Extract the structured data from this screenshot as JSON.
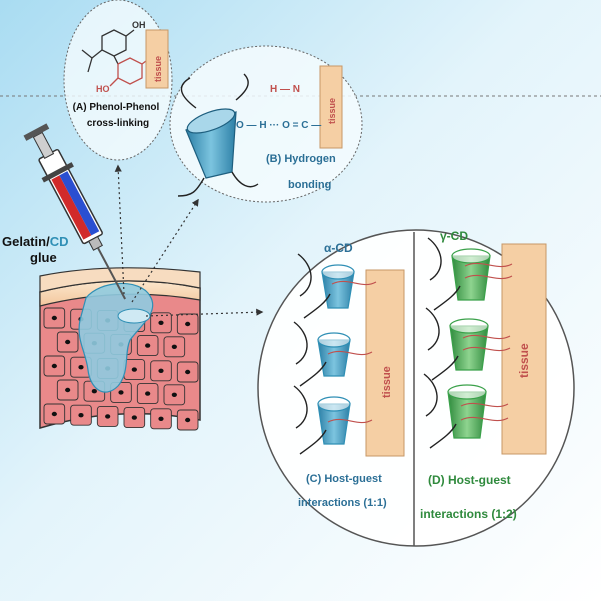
{
  "labels": {
    "glue_material": "Gelatin/",
    "glue_cd": "CD",
    "glue_word": "glue",
    "phenol_title": "(A) Phenol-Phenol",
    "phenol_sub": "cross-linking",
    "phenol_oh_top": "OH",
    "phenol_ho": "HO",
    "hbond_title": "(B) Hydrogen",
    "hbond_sub": "bonding",
    "hbond_chain": "O — H ··· O = C —",
    "hbond_nh": "H — N",
    "alpha_cd": "α-CD",
    "gamma_cd": "γ-CD",
    "host_guest_c_1": "(C) Host-guest",
    "host_guest_c_2": "interactions (1:1)",
    "host_guest_d_1": "(D) Host-guest",
    "host_guest_d_2": "interactions (1:2)",
    "tissue": "tissue"
  },
  "colors": {
    "alpha_cd": "#2f8fb5",
    "gamma_cd": "#3aa14a",
    "glue_fill": "#8fcbe0",
    "tissue_cell": "#e9898a",
    "tissue_band": "#f5cfa4",
    "chemistry": "#c0504d",
    "bond_blue": "#2b6f96",
    "syringe_red": "#d12a2a",
    "syringe_blue": "#2a4fd1"
  }
}
